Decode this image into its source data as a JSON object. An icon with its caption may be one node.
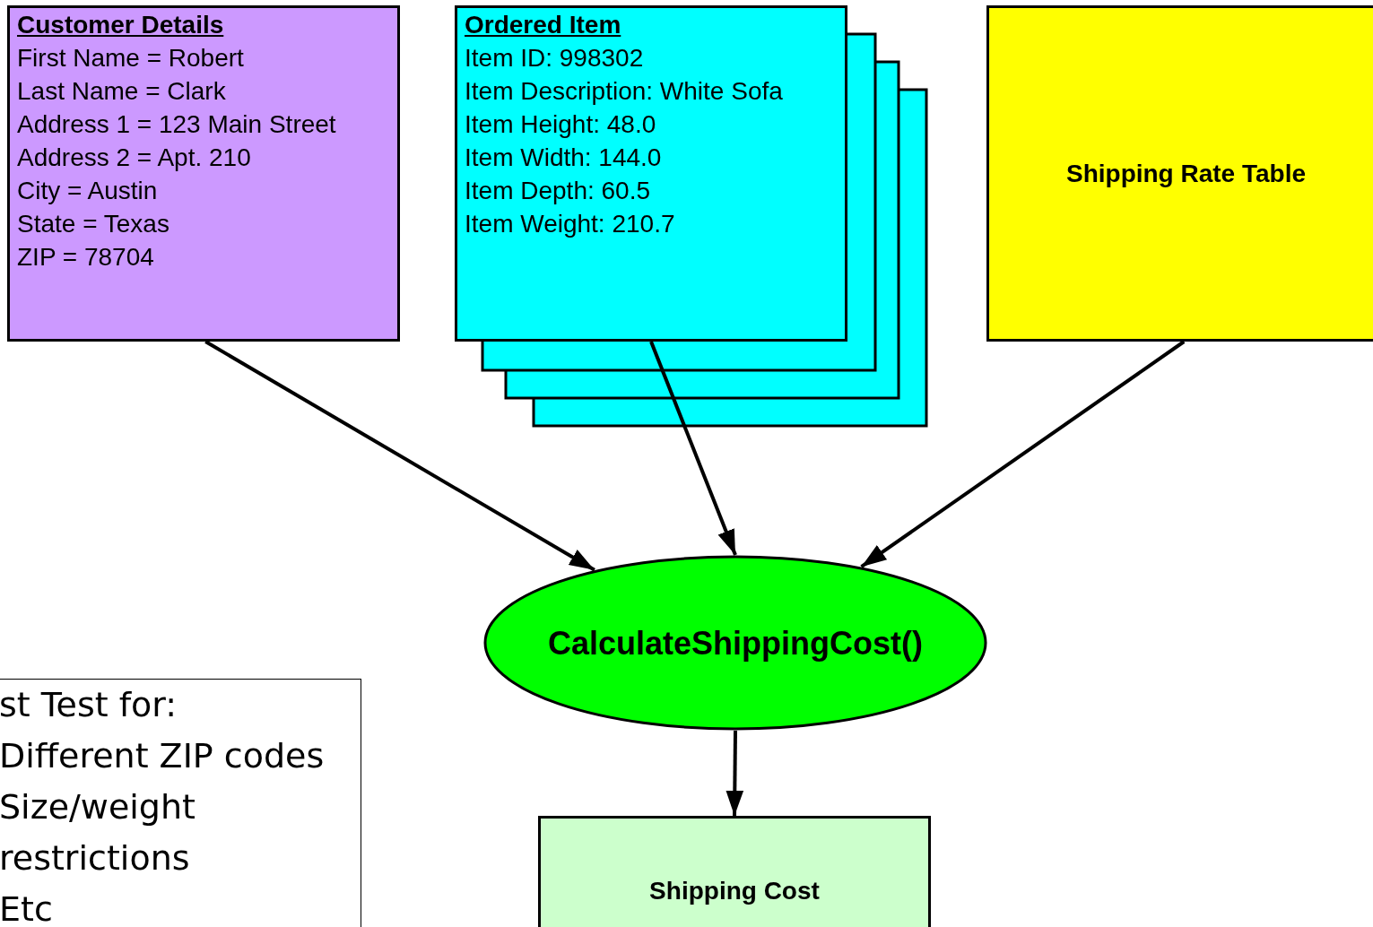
{
  "diagram": {
    "nodes": [
      {
        "text": [
          "Customer Details",
          "First Name = Robert",
          "Last Name = Clark",
          "Address 1 = 123 Main Street",
          "Address 2 = Apt. 210",
          "City = Austin",
          "State = Texas",
          "ZIP = 78704"
        ]
      },
      {
        "text": [
          "Ordered Item",
          "Item ID: 998302",
          "Item Description: White Sofa",
          "Item Height: 48.0",
          "Item Width: 144.0",
          "Item Depth: 60.5",
          "Item Weight: 210.7"
        ]
      },
      {
        "text": [
          "Shipping Rate Table"
        ]
      },
      {
        "text": [
          "CalculateShippingCost()"
        ]
      },
      {
        "text": [
          "Shipping Cost"
        ]
      },
      {
        "text": [
          "st Test for:",
          "Different ZIP codes",
          "Size/weight",
          "restrictions",
          "Etc"
        ]
      }
    ],
    "edges": [
      {
        "from": 0,
        "to": 3,
        "arrow": "to"
      },
      {
        "from": 1,
        "to": 3,
        "arrow": "to"
      },
      {
        "from": 2,
        "to": 3,
        "arrow": "to"
      },
      {
        "from": 3,
        "to": 4,
        "arrow": "to"
      }
    ]
  }
}
